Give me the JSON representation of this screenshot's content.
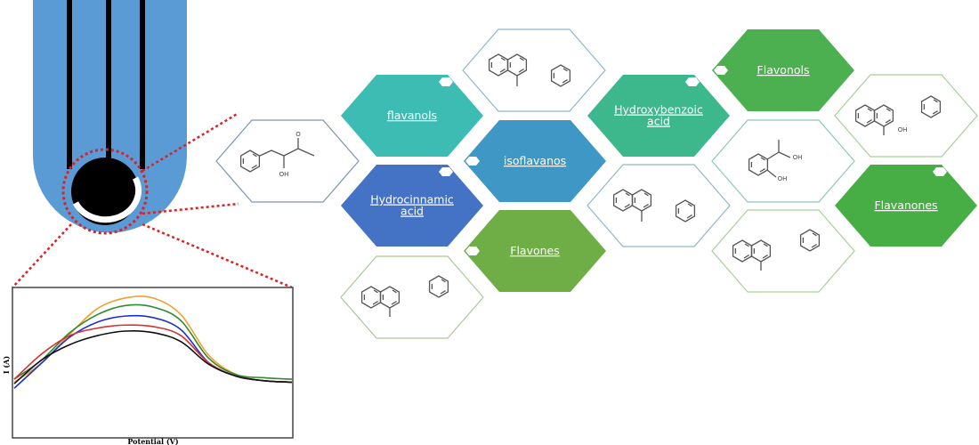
{
  "categories": [
    {
      "label_lines": [
        "flavanols"
      ],
      "color": "#3cbcb2"
    },
    {
      "label_lines": [
        "isoflavanos"
      ],
      "color": "#3f97c6"
    },
    {
      "label_lines": [
        "Hydrocinnamic",
        "acid"
      ],
      "color": "#4472c4"
    },
    {
      "label_lines": [
        "Flavones"
      ],
      "color": "#6fae47"
    },
    {
      "label_lines": [
        "Hydroxybenzoic",
        "acid"
      ],
      "color": "#3db88c"
    },
    {
      "label_lines": [
        "Flavonols"
      ],
      "color": "#4caf50"
    },
    {
      "label_lines": [
        "Flavanones"
      ],
      "color": "#47ae45"
    }
  ],
  "atoms": {
    "oh": "OH",
    "o": "O"
  },
  "electrode": {
    "body_color": "#5b9bd5",
    "highlight_color": "#e02020"
  },
  "chart_data": {
    "type": "line",
    "title": "",
    "xlabel": "Potential (V)",
    "ylabel": "I (A)",
    "x": [
      0,
      1,
      2,
      3,
      4,
      5,
      6,
      7,
      8,
      9,
      10
    ],
    "ylim": [
      0,
      1
    ],
    "grid": false,
    "series": [
      {
        "name": "orange",
        "color": "#f0a030",
        "values": [
          0.37,
          0.5,
          0.69,
          0.86,
          0.93,
          0.93,
          0.82,
          0.55,
          0.42,
          0.38,
          0.37
        ]
      },
      {
        "name": "green",
        "color": "#2e8b2e",
        "values": [
          0.39,
          0.52,
          0.7,
          0.82,
          0.88,
          0.87,
          0.78,
          0.53,
          0.42,
          0.4,
          0.39
        ]
      },
      {
        "name": "blue",
        "color": "#2030d0",
        "values": [
          0.33,
          0.5,
          0.67,
          0.77,
          0.81,
          0.8,
          0.72,
          0.5,
          0.41,
          0.38,
          0.37
        ]
      },
      {
        "name": "red",
        "color": "#d83030",
        "values": [
          0.39,
          0.56,
          0.68,
          0.73,
          0.75,
          0.74,
          0.68,
          0.5,
          0.41,
          0.38,
          0.37
        ]
      },
      {
        "name": "black",
        "color": "#111111",
        "values": [
          0.36,
          0.52,
          0.62,
          0.68,
          0.71,
          0.7,
          0.64,
          0.49,
          0.41,
          0.38,
          0.37
        ]
      }
    ]
  }
}
